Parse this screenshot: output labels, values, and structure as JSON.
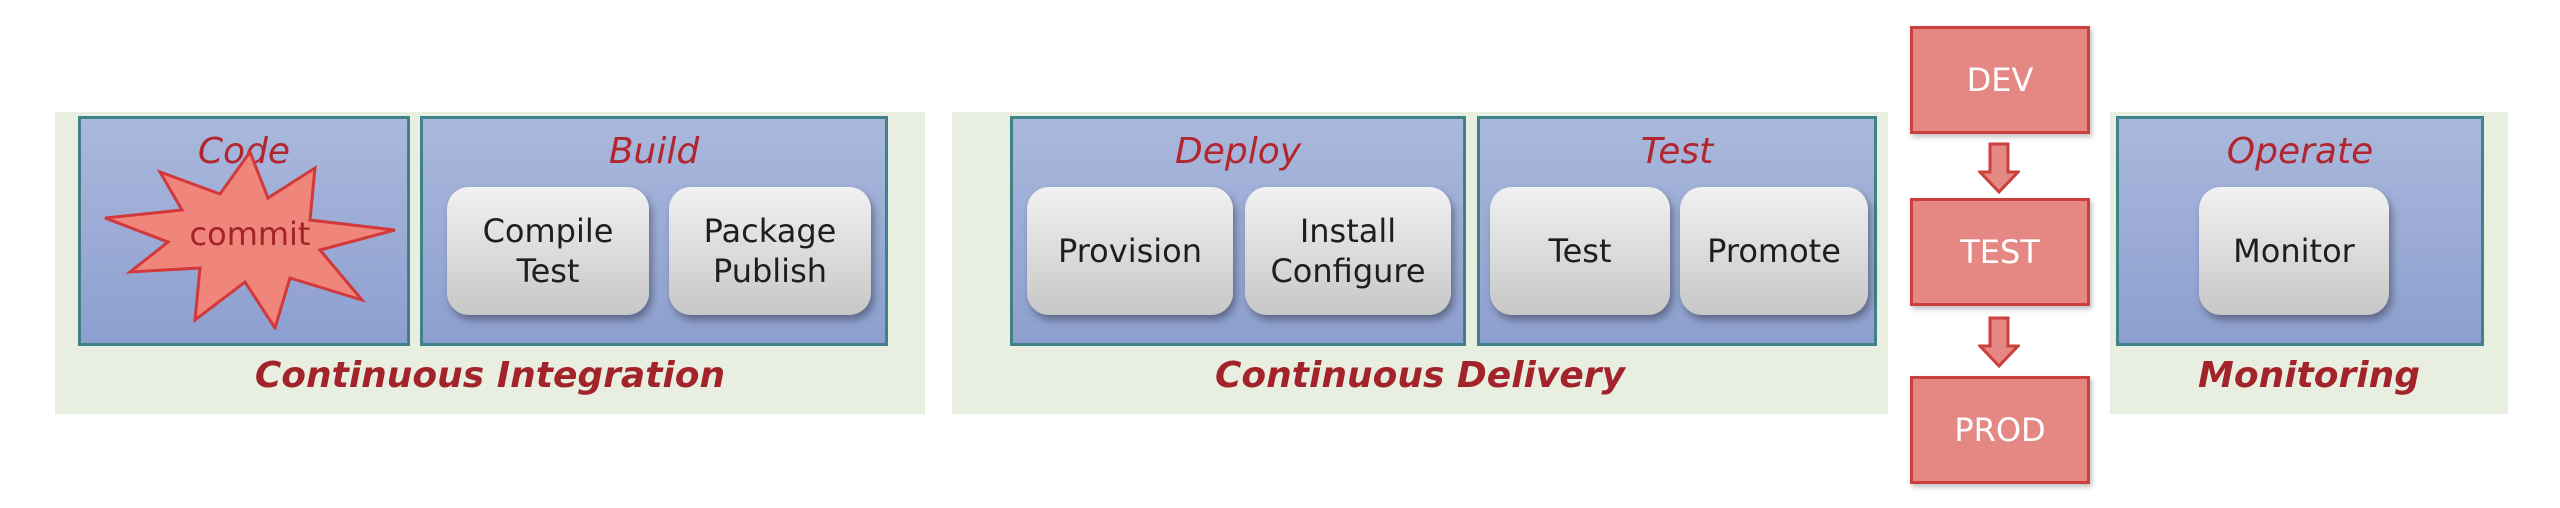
{
  "sections": {
    "ci": "Continuous Integration",
    "cd": "Continuous Delivery",
    "monitoring": "Monitoring"
  },
  "stages": {
    "code": {
      "title": "Code",
      "commit": "commit"
    },
    "build": {
      "title": "Build",
      "steps": [
        "Compile\nTest",
        "Package\nPublish"
      ]
    },
    "deploy": {
      "title": "Deploy",
      "steps": [
        "Provision",
        "Install\nConfigure"
      ]
    },
    "test": {
      "title": "Test",
      "steps": [
        "Test",
        "Promote"
      ]
    },
    "operate": {
      "title": "Operate",
      "steps": [
        "Monitor"
      ]
    }
  },
  "environments": [
    "DEV",
    "TEST",
    "PROD"
  ],
  "colors": {
    "label_red": "#a3232b",
    "section_bg": "#e9efe0",
    "stage_border": "#3f8287",
    "stage_fill": "#99a9d6",
    "env_fill": "#e58884",
    "env_border": "#c9403c"
  }
}
